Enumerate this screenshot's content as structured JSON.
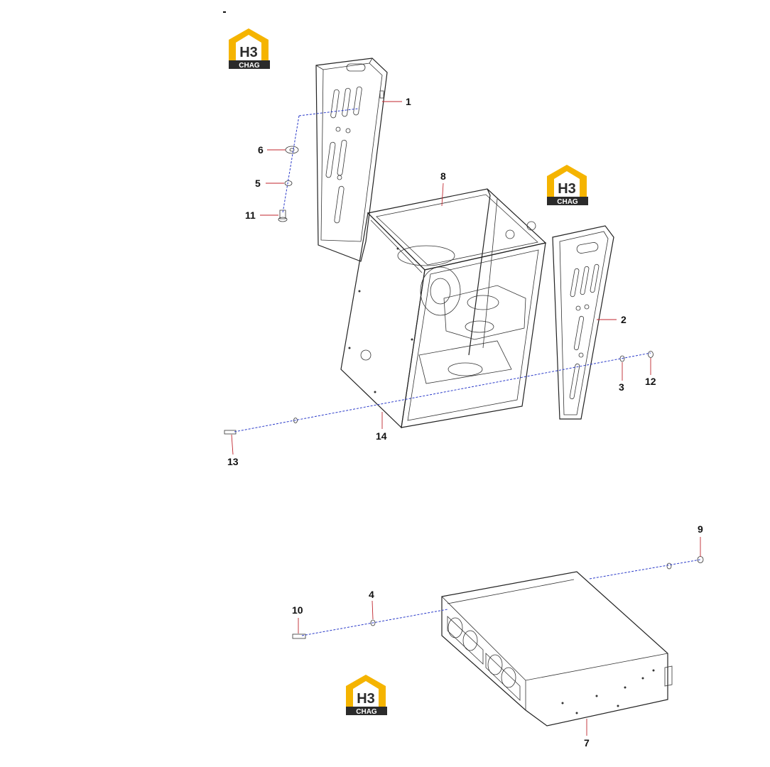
{
  "brand": {
    "mark": "H3",
    "name": "CHAG",
    "color_primary": "#f5b400",
    "color_dark": "#2b2b2b"
  },
  "callouts": {
    "c1": "1",
    "c2": "2",
    "c3": "3",
    "c4": "4",
    "c5": "5",
    "c6": "6",
    "c7": "7",
    "c8": "8",
    "c9": "9",
    "c10": "10",
    "c11": "11",
    "c12": "12",
    "c13": "13",
    "c14": "14"
  },
  "colors": {
    "axis_line": "#2b3bc9",
    "leader_line": "#c0262e"
  }
}
